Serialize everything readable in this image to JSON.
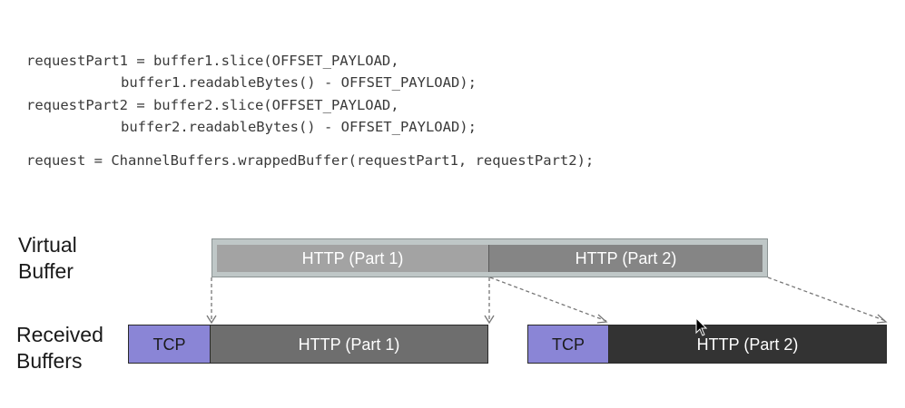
{
  "code": {
    "line1": "requestPart1 = buffer1.slice(OFFSET_PAYLOAD,",
    "line2": "buffer1.readableBytes() - OFFSET_PAYLOAD);",
    "line3": "requestPart2 = buffer2.slice(OFFSET_PAYLOAD,",
    "line4": "buffer2.readableBytes() - OFFSET_PAYLOAD);",
    "line5": "request = ChannelBuffers.wrappedBuffer(requestPart1, requestPart2);"
  },
  "virtual_buffer": {
    "label_line1": "Virtual",
    "label_line2": "Buffer",
    "part1": "HTTP (Part 1)",
    "part2": "HTTP (Part 2)"
  },
  "received_buffers": {
    "label_line1": "Received",
    "label_line2": "Buffers",
    "buffer1": {
      "header": "TCP",
      "payload": "HTTP (Part 1)"
    },
    "buffer2": {
      "header": "TCP",
      "payload": "HTTP (Part 2)"
    }
  },
  "colors": {
    "tcp": "#8a85d6",
    "virtual_part1": "#a3a3a3",
    "virtual_part2": "#858585",
    "received_part1": "#6e6e6e",
    "received_part2": "#333333"
  }
}
